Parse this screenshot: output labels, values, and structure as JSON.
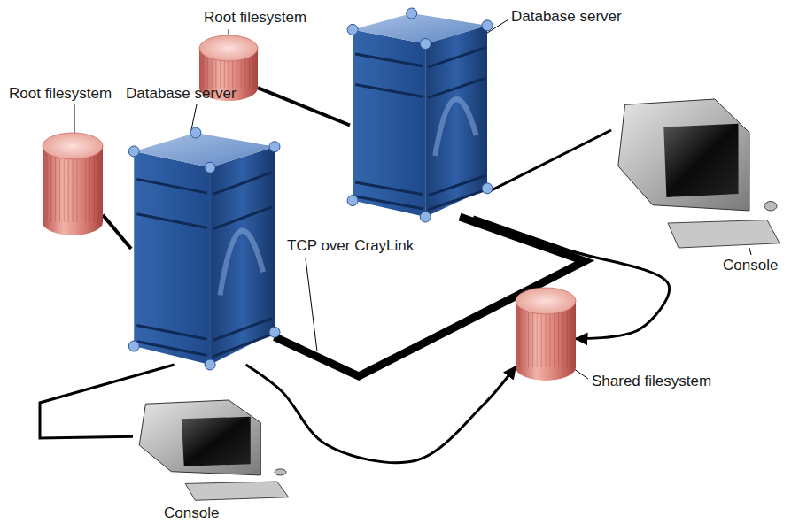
{
  "diagram": {
    "nodes": [
      {
        "text": [
          "Root filesystem"
        ]
      },
      {
        "text": [
          "Database server"
        ]
      },
      {
        "text": [
          "Root filesystem"
        ]
      },
      {
        "text": [
          "Database server"
        ]
      },
      {
        "text": [
          "Console"
        ]
      },
      {
        "text": [
          "Shared filesystem"
        ]
      },
      {
        "text": [
          "Console"
        ]
      }
    ],
    "edges": [
      {
        "from": 0,
        "to": 1,
        "arrow": "none"
      },
      {
        "from": 2,
        "to": 3,
        "arrow": "none"
      },
      {
        "from": 1,
        "to": 4,
        "arrow": "none"
      },
      {
        "from": 3,
        "to": 6,
        "arrow": "none"
      },
      {
        "from": 1,
        "to": 5,
        "arrow": "to"
      },
      {
        "from": 3,
        "to": 5,
        "arrow": "to"
      },
      {
        "from": 3,
        "to": 1,
        "label": "TCP over CrayLink",
        "arrow": "none"
      }
    ]
  }
}
